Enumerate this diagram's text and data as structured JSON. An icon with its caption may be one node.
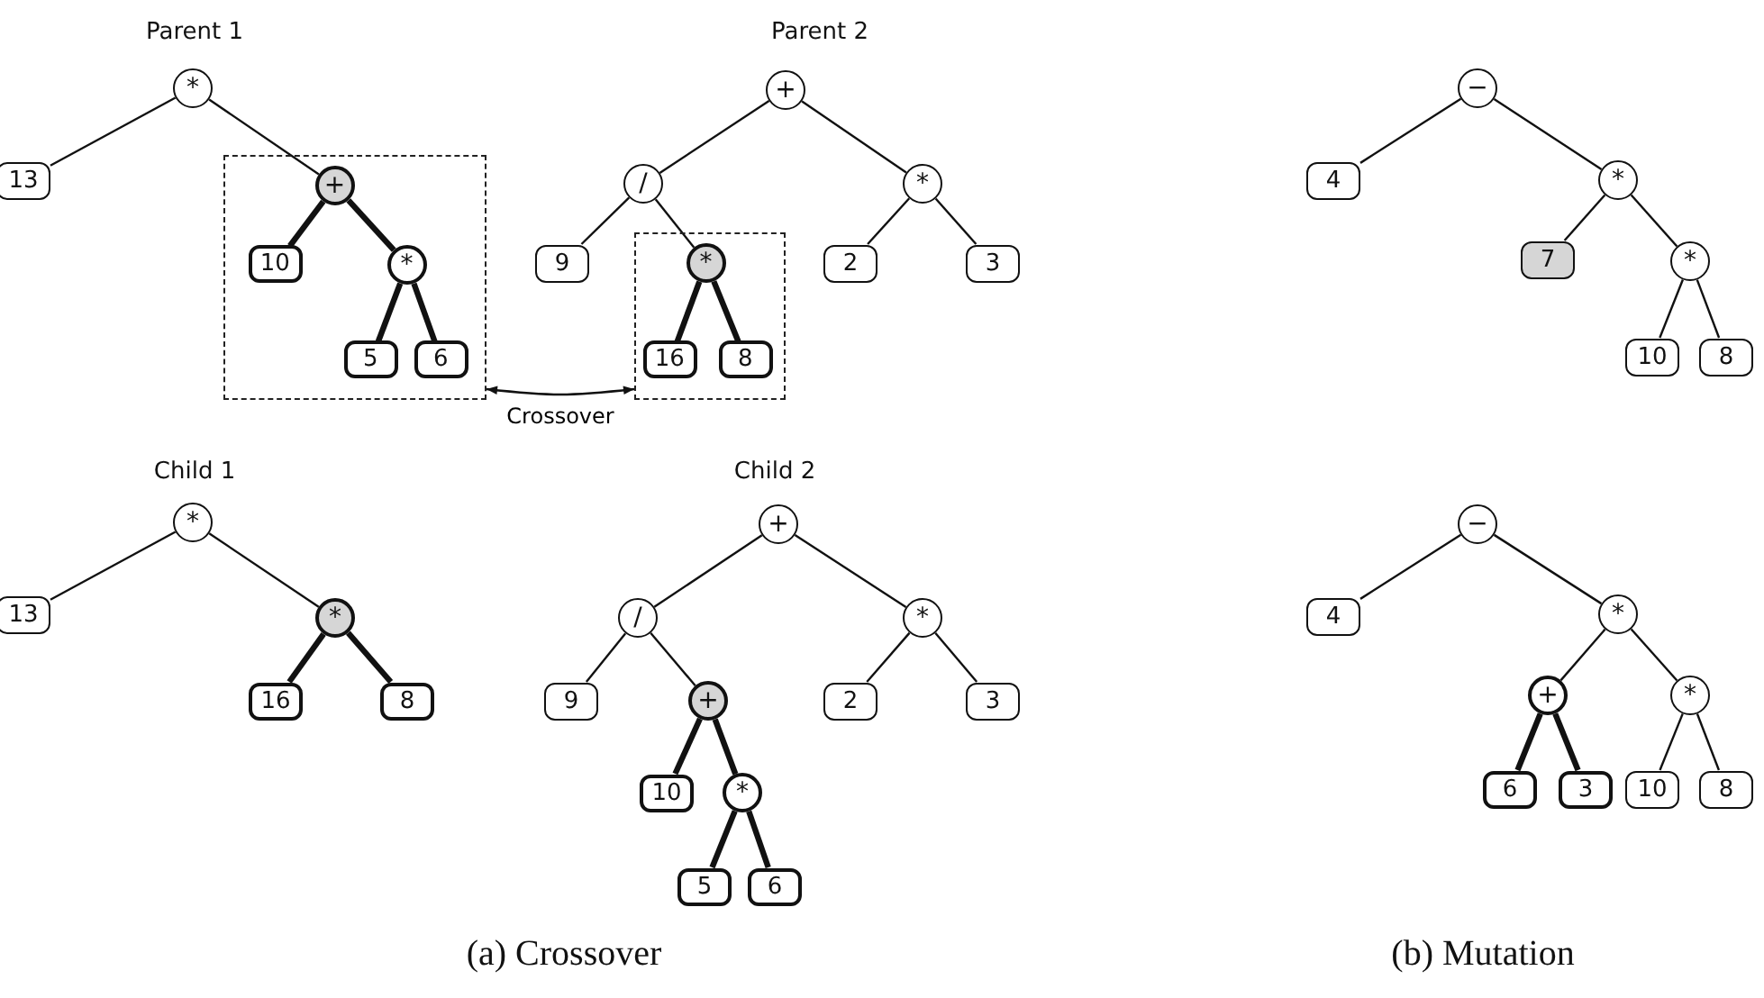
{
  "diagram": {
    "nodes": [
      {
        "text": [
          "*"
        ]
      },
      {
        "text": [
          "13"
        ]
      },
      {
        "text": [],
        "shape": "box"
      },
      {
        "text": [
          "+"
        ],
        "in": 2
      },
      {
        "text": [
          "10"
        ],
        "in": 2
      },
      {
        "text": [
          "*"
        ],
        "in": 2
      },
      {
        "text": [
          "5"
        ],
        "in": 2
      },
      {
        "text": [
          "6"
        ],
        "in": 2
      },
      {
        "text": [
          "+"
        ]
      },
      {
        "text": [
          "/"
        ]
      },
      {
        "text": [
          "*"
        ]
      },
      {
        "text": [
          "9"
        ]
      },
      {
        "text": [],
        "shape": "box"
      },
      {
        "text": [
          "*"
        ],
        "in": 12
      },
      {
        "text": [
          "16"
        ],
        "in": 12
      },
      {
        "text": [
          "8"
        ],
        "in": 12
      },
      {
        "text": [
          "2"
        ]
      },
      {
        "text": [
          "3"
        ]
      },
      {
        "text": [
          "*"
        ]
      },
      {
        "text": [
          "13"
        ]
      },
      {
        "text": [
          "*"
        ]
      },
      {
        "text": [
          "16"
        ]
      },
      {
        "text": [
          "8"
        ]
      },
      {
        "text": [
          "+"
        ]
      },
      {
        "text": [
          "/"
        ]
      },
      {
        "text": [
          "*"
        ]
      },
      {
        "text": [
          "9"
        ]
      },
      {
        "text": [
          "+"
        ]
      },
      {
        "text": [
          "2"
        ]
      },
      {
        "text": [
          "3"
        ]
      },
      {
        "text": [
          "10"
        ]
      },
      {
        "text": [
          "*"
        ]
      },
      {
        "text": [
          "5"
        ]
      },
      {
        "text": [
          "6"
        ]
      },
      {
        "text": [
          "−"
        ]
      },
      {
        "text": [
          "4"
        ]
      },
      {
        "text": [
          "*"
        ]
      },
      {
        "text": [
          "7"
        ]
      },
      {
        "text": [
          "*"
        ]
      },
      {
        "text": [
          "10"
        ]
      },
      {
        "text": [
          "8"
        ]
      },
      {
        "text": [
          "−"
        ]
      },
      {
        "text": [
          "4"
        ]
      },
      {
        "text": [
          "*"
        ]
      },
      {
        "text": [
          "+"
        ]
      },
      {
        "text": [
          "*"
        ]
      },
      {
        "text": [
          "6"
        ]
      },
      {
        "text": [
          "3"
        ]
      },
      {
        "text": [
          "10"
        ]
      },
      {
        "text": [
          "8"
        ]
      }
    ],
    "edges": [
      {
        "from": 0,
        "to": 1,
        "arrow": "none"
      },
      {
        "from": 0,
        "to": 3,
        "arrow": "none"
      },
      {
        "from": 3,
        "to": 4,
        "arrow": "none",
        "style": "thick"
      },
      {
        "from": 3,
        "to": 5,
        "arrow": "none",
        "style": "thick"
      },
      {
        "from": 5,
        "to": 6,
        "arrow": "none",
        "style": "thick"
      },
      {
        "from": 5,
        "to": 7,
        "arrow": "none",
        "style": "thick"
      },
      {
        "from": 8,
        "to": 9,
        "arrow": "none"
      },
      {
        "from": 8,
        "to": 10,
        "arrow": "none"
      },
      {
        "from": 9,
        "to": 11,
        "arrow": "none"
      },
      {
        "from": 9,
        "to": 13,
        "arrow": "none"
      },
      {
        "from": 13,
        "to": 14,
        "arrow": "none",
        "style": "thick"
      },
      {
        "from": 13,
        "to": 15,
        "arrow": "none",
        "style": "thick"
      },
      {
        "from": 10,
        "to": 16,
        "arrow": "none"
      },
      {
        "from": 10,
        "to": 17,
        "arrow": "none"
      },
      {
        "from": 2,
        "to": 12,
        "arrow": "both",
        "label": "Crossover"
      },
      {
        "from": 18,
        "to": 19,
        "arrow": "none"
      },
      {
        "from": 18,
        "to": 20,
        "arrow": "none"
      },
      {
        "from": 20,
        "to": 21,
        "arrow": "none",
        "style": "thick"
      },
      {
        "from": 20,
        "to": 22,
        "arrow": "none",
        "style": "thick"
      },
      {
        "from": 23,
        "to": 24,
        "arrow": "none"
      },
      {
        "from": 23,
        "to": 25,
        "arrow": "none"
      },
      {
        "from": 24,
        "to": 26,
        "arrow": "none"
      },
      {
        "from": 24,
        "to": 27,
        "arrow": "none"
      },
      {
        "from": 27,
        "to": 30,
        "arrow": "none",
        "style": "thick"
      },
      {
        "from": 27,
        "to": 31,
        "arrow": "none",
        "style": "thick"
      },
      {
        "from": 31,
        "to": 32,
        "arrow": "none",
        "style": "thick"
      },
      {
        "from": 31,
        "to": 33,
        "arrow": "none",
        "style": "thick"
      },
      {
        "from": 25,
        "to": 28,
        "arrow": "none"
      },
      {
        "from": 25,
        "to": 29,
        "arrow": "none"
      },
      {
        "from": 34,
        "to": 35,
        "arrow": "none"
      },
      {
        "from": 34,
        "to": 36,
        "arrow": "none"
      },
      {
        "from": 36,
        "to": 37,
        "arrow": "none"
      },
      {
        "from": 36,
        "to": 38,
        "arrow": "none"
      },
      {
        "from": 38,
        "to": 39,
        "arrow": "none"
      },
      {
        "from": 38,
        "to": 40,
        "arrow": "none"
      },
      {
        "from": 41,
        "to": 42,
        "arrow": "none"
      },
      {
        "from": 41,
        "to": 43,
        "arrow": "none"
      },
      {
        "from": 43,
        "to": 44,
        "arrow": "none"
      },
      {
        "from": 43,
        "to": 45,
        "arrow": "none"
      },
      {
        "from": 44,
        "to": 46,
        "arrow": "none",
        "style": "thick"
      },
      {
        "from": 44,
        "to": 47,
        "arrow": "none",
        "style": "thick"
      },
      {
        "from": 45,
        "to": 48,
        "arrow": "none"
      },
      {
        "from": 45,
        "to": 49,
        "arrow": "none"
      }
    ],
    "labels": [
      "Parent 1",
      "Parent 2",
      "Child 1",
      "Child 2",
      "(a) Crossover",
      "(b) Mutation"
    ]
  }
}
